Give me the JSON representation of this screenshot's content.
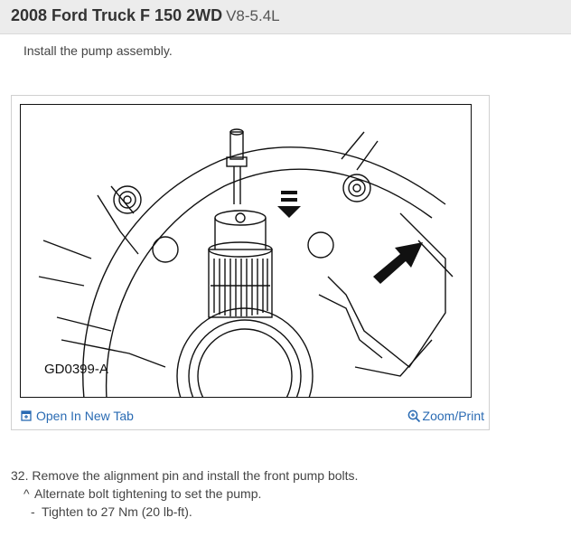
{
  "header": {
    "title": "2008 Ford Truck F 150 2WD",
    "engine": "V8-5.4L"
  },
  "intro": "Install the pump assembly.",
  "figure": {
    "id": "GD0399-A",
    "open_link": "Open In New Tab",
    "zoom_link": "Zoom/Print",
    "link_color": "#2a6bb3"
  },
  "steps": {
    "main": "32. Remove the alignment pin and install the front pump bolts.",
    "sub1_bullet": "^",
    "sub1": "Alternate bolt tightening to set the pump.",
    "sub2_bullet": "-",
    "sub2": "Tighten to 27 Nm (20 lb-ft)."
  }
}
